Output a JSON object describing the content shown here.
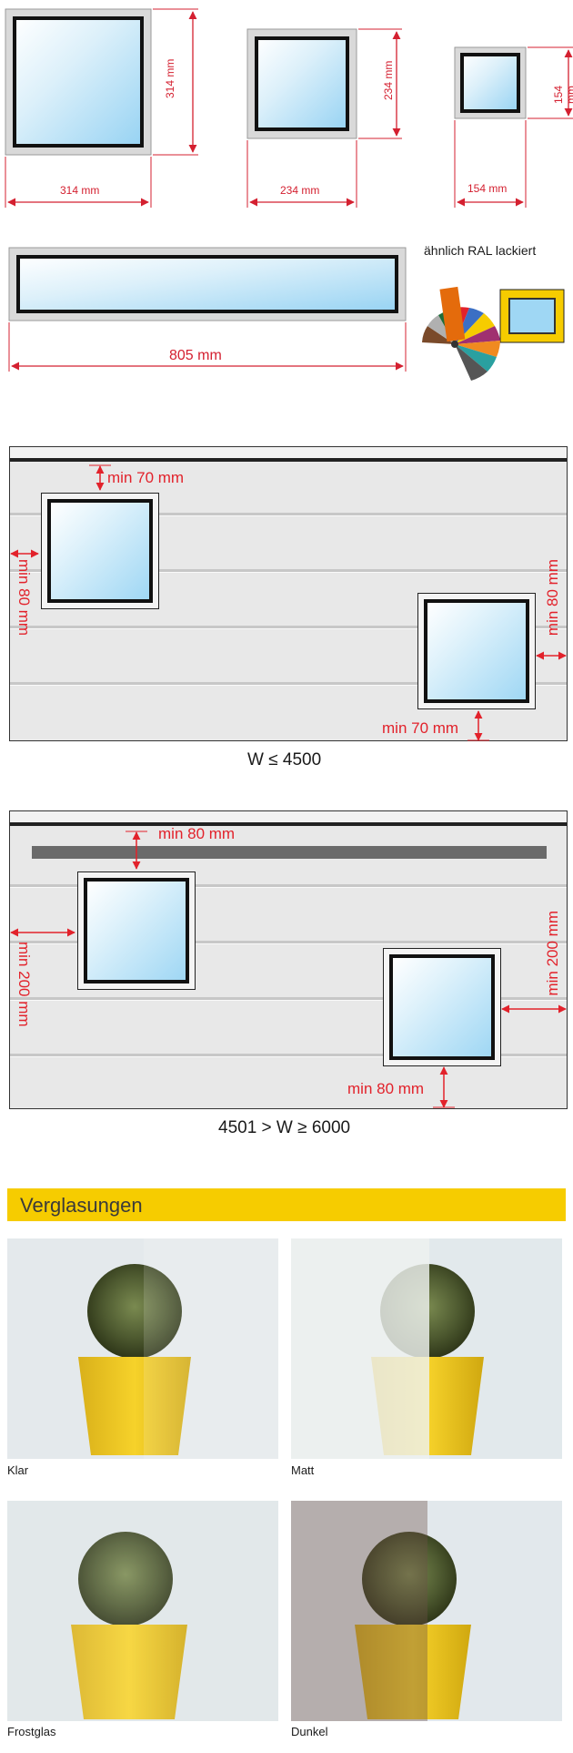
{
  "windows": {
    "large": {
      "dimension": "314 mm"
    },
    "medium": {
      "dimension": "234 mm"
    },
    "small": {
      "dimension": "154 mm"
    },
    "wide": {
      "dimension": "805 mm"
    }
  },
  "ral": {
    "caption": "ähnlich RAL lackiert"
  },
  "door1": {
    "label_top": "min 70 mm",
    "label_left": "min 80 mm",
    "label_right": "min 80 mm",
    "label_bottom": "min 70 mm",
    "caption": "W ≤ 4500"
  },
  "door2": {
    "label_top": "min 80 mm",
    "label_left": "min 200 mm",
    "label_right": "min 200 mm",
    "label_bottom": "min 80 mm",
    "caption": "4501 > W ≥ 6000"
  },
  "glazing": {
    "title": "Verglasungen",
    "items": [
      {
        "label": "Klar"
      },
      {
        "label": "Matt"
      },
      {
        "label": "Frostglas"
      },
      {
        "label": "Dunkel"
      }
    ]
  },
  "colors": {
    "dimension_red": "#e2222b",
    "accent_yellow": "#f6cc00",
    "glass_blue": "#9fd7f4"
  }
}
